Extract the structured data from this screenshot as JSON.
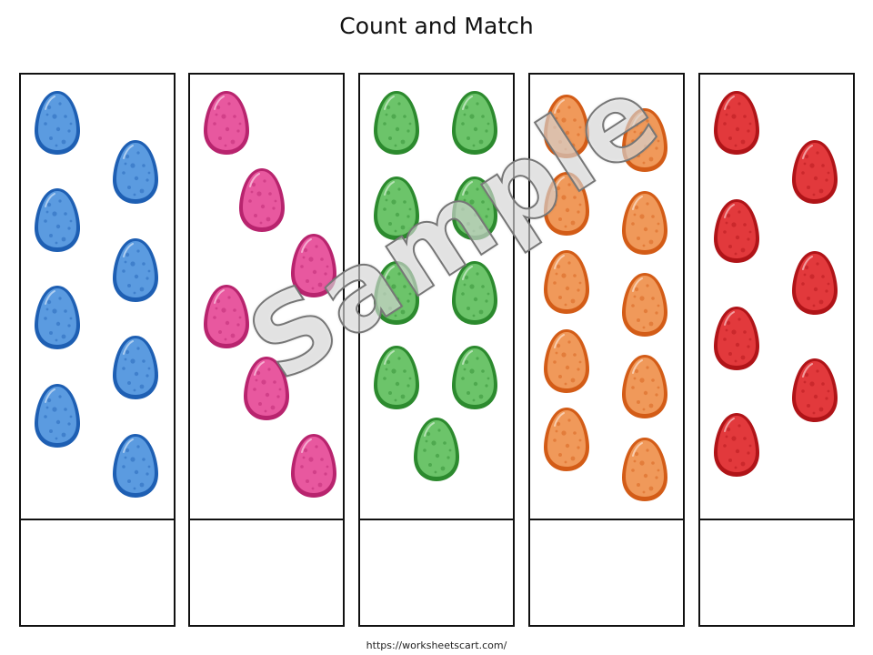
{
  "title": "Count and Match",
  "panels": [
    {
      "name": "blue",
      "fill": "#5b9be0",
      "dark": "#1e5fb3"
    },
    {
      "name": "pink",
      "fill": "#e8589f",
      "dark": "#b8246e"
    },
    {
      "name": "green",
      "fill": "#6cc46a",
      "dark": "#2c8a2e"
    },
    {
      "name": "orange",
      "fill": "#f0995a",
      "dark": "#d35c17"
    },
    {
      "name": "red",
      "fill": "#e2393c",
      "dark": "#b01418"
    }
  ],
  "egg_counts": [
    8,
    6,
    9,
    10,
    7
  ],
  "watermark": "Sample",
  "footer": "https://worksheetscart.com/"
}
